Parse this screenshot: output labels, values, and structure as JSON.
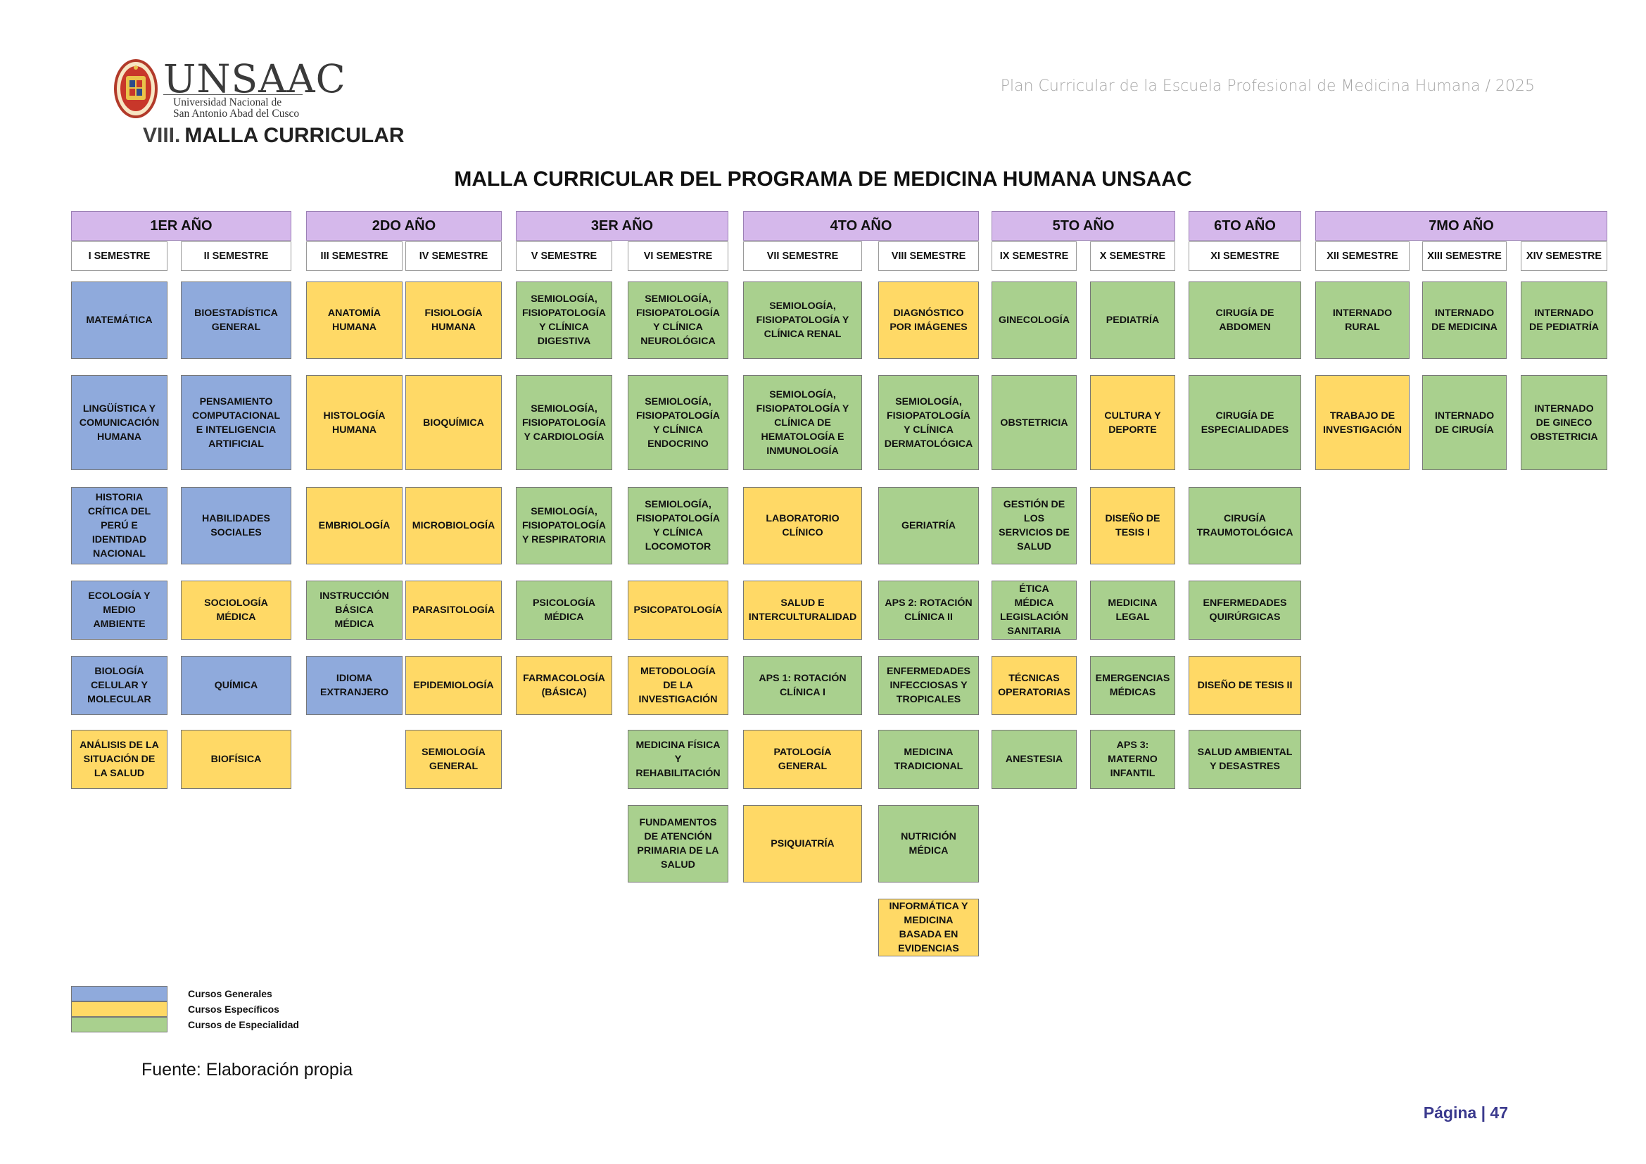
{
  "header": {
    "logo_name": "UNSAAC",
    "logo_sub1": "Universidad Nacional de",
    "logo_sub2": "San Antonio Abad del Cusco",
    "doc_title": "Plan Curricular de la Escuela Profesional de Medicina Humana / 2025"
  },
  "section": {
    "number": "VIII.",
    "title": "MALLA CURRICULAR"
  },
  "main_title": "MALLA CURRICULAR DEL PROGRAMA DE MEDICINA HUMANA UNSAAC",
  "years": [
    "1ER AÑO",
    "2DO AÑO",
    "3ER AÑO",
    "4TO AÑO",
    "5TO AÑO",
    "6TO AÑO",
    "7MO AÑO"
  ],
  "semesters": [
    "I SEMESTRE",
    "II SEMESTRE",
    "III SEMESTRE",
    "IV SEMESTRE",
    "V SEMESTRE",
    "VI SEMESTRE",
    "VII SEMESTRE",
    "VIII SEMESTRE",
    "IX SEMESTRE",
    "X SEMESTRE",
    "XI SEMESTRE",
    "XII SEMESTRE",
    "XIII SEMESTRE",
    "XIV SEMESTRE"
  ],
  "courses": [
    [
      {
        "lines": [
          "MATEMÁTICA"
        ],
        "category": "general"
      },
      {
        "lines": [
          "LINGÜÍSTICA Y",
          "COMUNICACIÓN",
          "HUMANA"
        ],
        "category": "general"
      },
      {
        "lines": [
          "HISTORIA",
          "CRÍTICA DEL",
          "PERÚ E",
          "IDENTIDAD",
          "NACIONAL"
        ],
        "category": "general"
      },
      {
        "lines": [
          "ECOLOGÍA Y",
          "MEDIO",
          "AMBIENTE"
        ],
        "category": "general"
      },
      {
        "lines": [
          "BIOLOGÍA",
          "CELULAR Y",
          "MOLECULAR"
        ],
        "category": "general"
      },
      {
        "lines": [
          "ANÁLISIS DE LA",
          "SITUACIÓN DE",
          "LA SALUD"
        ],
        "category": "specific"
      }
    ],
    [
      {
        "lines": [
          "BIOESTADÍSTICA",
          "GENERAL"
        ],
        "category": "general"
      },
      {
        "lines": [
          "PENSAMIENTO",
          "COMPUTACIONAL",
          "E INTELIGENCIA",
          "ARTIFICIAL"
        ],
        "category": "general"
      },
      {
        "lines": [
          "HABILIDADES",
          "SOCIALES"
        ],
        "category": "general"
      },
      {
        "lines": [
          "SOCIOLOGÍA",
          "MÉDICA"
        ],
        "category": "specific"
      },
      {
        "lines": [
          "QUÍMICA"
        ],
        "category": "general"
      },
      {
        "lines": [
          "BIOFÍSICA"
        ],
        "category": "specific"
      }
    ],
    [
      {
        "lines": [
          "ANATOMÍA",
          "HUMANA"
        ],
        "category": "specific"
      },
      {
        "lines": [
          "HISTOLOGÍA",
          "HUMANA"
        ],
        "category": "specific"
      },
      {
        "lines": [
          "EMBRIOLOGÍA"
        ],
        "category": "specific"
      },
      {
        "lines": [
          "INSTRUCCIÓN",
          "BÁSICA",
          "MÉDICA"
        ],
        "category": "specialty"
      },
      {
        "lines": [
          "IDIOMA",
          "EXTRANJERO"
        ],
        "category": "general"
      }
    ],
    [
      {
        "lines": [
          "FISIOLOGÍA",
          "HUMANA"
        ],
        "category": "specific"
      },
      {
        "lines": [
          "BIOQUÍMICA"
        ],
        "category": "specific"
      },
      {
        "lines": [
          "MICROBIOLOGÍA"
        ],
        "category": "specific"
      },
      {
        "lines": [
          "PARASITOLOGÍA"
        ],
        "category": "specific"
      },
      {
        "lines": [
          "EPIDEMIOLOGÍA"
        ],
        "category": "specific"
      },
      {
        "lines": [
          "SEMIOLOGÍA",
          "GENERAL"
        ],
        "category": "specific"
      }
    ],
    [
      {
        "lines": [
          "SEMIOLOGÍA,",
          "FISIOPATOLOGÍA",
          "Y CLÍNICA",
          "DIGESTIVA"
        ],
        "category": "specialty"
      },
      {
        "lines": [
          "SEMIOLOGÍA,",
          "FISIOPATOLOGÍA",
          "Y CARDIOLOGÍA"
        ],
        "category": "specialty"
      },
      {
        "lines": [
          "SEMIOLOGÍA,",
          "FISIOPATOLOGÍA",
          "Y RESPIRATORIA"
        ],
        "category": "specialty"
      },
      {
        "lines": [
          "PSICOLOGÍA",
          "MÉDICA"
        ],
        "category": "specialty"
      },
      {
        "lines": [
          "FARMACOLOGÍA",
          "(BÁSICA)"
        ],
        "category": "specific"
      }
    ],
    [
      {
        "lines": [
          "SEMIOLOGÍA,",
          "FISIOPATOLOGÍA",
          "Y CLÍNICA",
          "NEUROLÓGICA"
        ],
        "category": "specialty"
      },
      {
        "lines": [
          "SEMIOLOGÍA,",
          "FISIOPATOLOGÍA",
          "Y CLÍNICA",
          "ENDOCRINO"
        ],
        "category": "specialty"
      },
      {
        "lines": [
          "SEMIOLOGÍA,",
          "FISIOPATOLOGÍA",
          "Y CLÍNICA",
          "LOCOMOTOR"
        ],
        "category": "specialty"
      },
      {
        "lines": [
          "PSICOPATOLOGÍA"
        ],
        "category": "specific"
      },
      {
        "lines": [
          "METODOLOGÍA",
          "DE LA",
          "INVESTIGACIÓN"
        ],
        "category": "specific"
      },
      {
        "lines": [
          "MEDICINA FÍSICA",
          "Y",
          "REHABILITACIÓN"
        ],
        "category": "specialty"
      },
      {
        "lines": [
          "FUNDAMENTOS",
          "DE ATENCIÓN",
          "PRIMARIA DE LA",
          "SALUD"
        ],
        "category": "specialty"
      }
    ],
    [
      {
        "lines": [
          "SEMIOLOGÍA,",
          "FISIOPATOLOGÍA Y",
          "CLÍNICA RENAL"
        ],
        "category": "specialty"
      },
      {
        "lines": [
          "SEMIOLOGÍA,",
          "FISIOPATOLOGÍA Y",
          "CLÍNICA DE",
          "HEMATOLOGÍA E",
          "INMUNOLOGÍA"
        ],
        "category": "specialty"
      },
      {
        "lines": [
          "LABORATORIO",
          "CLÍNICO"
        ],
        "category": "specific"
      },
      {
        "lines": [
          "SALUD E",
          "INTERCULTURALIDAD"
        ],
        "category": "specific"
      },
      {
        "lines": [
          "APS 1: ROTACIÓN",
          "CLÍNICA I"
        ],
        "category": "specialty"
      },
      {
        "lines": [
          "PATOLOGÍA",
          "GENERAL"
        ],
        "category": "specific"
      },
      {
        "lines": [
          "PSIQUIATRÍA"
        ],
        "category": "specific"
      }
    ],
    [
      {
        "lines": [
          "DIAGNÓSTICO",
          "POR IMÁGENES"
        ],
        "category": "specific"
      },
      {
        "lines": [
          "SEMIOLOGÍA,",
          "FISIOPATOLOGÍA",
          "Y CLÍNICA",
          "DERMATOLÓGICA"
        ],
        "category": "specialty"
      },
      {
        "lines": [
          "GERIATRÍA"
        ],
        "category": "specialty"
      },
      {
        "lines": [
          "APS 2: ROTACIÓN",
          "CLÍNICA II"
        ],
        "category": "specialty"
      },
      {
        "lines": [
          "ENFERMEDADES",
          "INFECCIOSAS Y",
          "TROPICALES"
        ],
        "category": "specialty"
      },
      {
        "lines": [
          "MEDICINA",
          "TRADICIONAL"
        ],
        "category": "specialty"
      },
      {
        "lines": [
          "NUTRICIÓN",
          "MÉDICA"
        ],
        "category": "specialty"
      },
      {
        "lines": [
          "INFORMÁTICA Y",
          "MEDICINA",
          "BASADA EN",
          "EVIDENCIAS"
        ],
        "category": "specific"
      }
    ],
    [
      {
        "lines": [
          "GINECOLOGÍA"
        ],
        "category": "specialty"
      },
      {
        "lines": [
          "OBSTETRICIA"
        ],
        "category": "specialty"
      },
      {
        "lines": [
          "GESTIÓN DE",
          "LOS",
          "SERVICIOS DE",
          "SALUD"
        ],
        "category": "specialty"
      },
      {
        "lines": [
          "ÉTICA",
          "MÉDICA",
          "LEGISLACIÓN",
          "SANITARIA"
        ],
        "category": "specialty"
      },
      {
        "lines": [
          "TÉCNICAS",
          "OPERATORIAS"
        ],
        "category": "specific"
      },
      {
        "lines": [
          "ANESTESIA"
        ],
        "category": "specialty"
      }
    ],
    [
      {
        "lines": [
          "PEDIATRÍA"
        ],
        "category": "specialty"
      },
      {
        "lines": [
          "CULTURA Y",
          "DEPORTE"
        ],
        "category": "specific"
      },
      {
        "lines": [
          "DISEÑO DE",
          "TESIS I"
        ],
        "category": "specific"
      },
      {
        "lines": [
          "MEDICINA",
          "LEGAL"
        ],
        "category": "specialty"
      },
      {
        "lines": [
          "EMERGENCIAS",
          "MÉDICAS"
        ],
        "category": "specialty"
      },
      {
        "lines": [
          "APS 3:",
          "MATERNO",
          "INFANTIL"
        ],
        "category": "specialty"
      }
    ],
    [
      {
        "lines": [
          "CIRUGÍA DE",
          "ABDOMEN"
        ],
        "category": "specialty"
      },
      {
        "lines": [
          "CIRUGÍA DE",
          "ESPECIALIDADES"
        ],
        "category": "specialty"
      },
      {
        "lines": [
          "CIRUGÍA",
          "TRAUMOTOLÓGICA"
        ],
        "category": "specialty"
      },
      {
        "lines": [
          "ENFERMEDADES",
          "QUIRÚRGICAS"
        ],
        "category": "specialty"
      },
      {
        "lines": [
          "DISEÑO DE TESIS II"
        ],
        "category": "specific"
      },
      {
        "lines": [
          "SALUD AMBIENTAL",
          "Y DESASTRES"
        ],
        "category": "specialty"
      }
    ],
    [
      {
        "lines": [
          "INTERNADO",
          "RURAL"
        ],
        "category": "specialty"
      },
      {
        "lines": [
          "TRABAJO DE",
          "INVESTIGACIÓN"
        ],
        "category": "specific"
      }
    ],
    [
      {
        "lines": [
          "INTERNADO",
          "DE MEDICINA"
        ],
        "category": "specialty"
      },
      {
        "lines": [
          "INTERNADO",
          "DE CIRUGÍA"
        ],
        "category": "specialty"
      }
    ],
    [
      {
        "lines": [
          "INTERNADO",
          "DE PEDIATRÍA"
        ],
        "category": "specialty"
      },
      {
        "lines": [
          "INTERNADO",
          "DE GINECO",
          "OBSTETRICIA"
        ],
        "category": "specialty"
      }
    ]
  ],
  "legend": [
    {
      "label": "Cursos Generales",
      "color": "#8faadc"
    },
    {
      "label": "Cursos Específicos",
      "color": "#ffd966"
    },
    {
      "label": "Cursos de Especialidad",
      "color": "#a9d08e"
    }
  ],
  "source": "Fuente: Elaboración propia",
  "page_label": "Página | 47"
}
